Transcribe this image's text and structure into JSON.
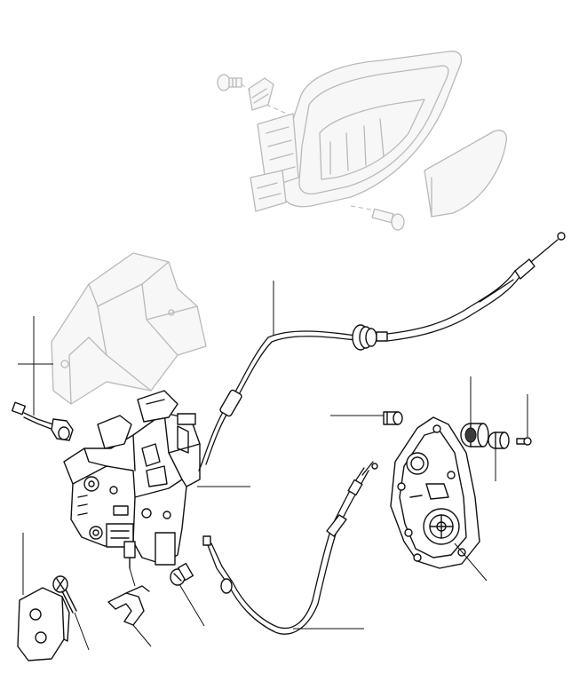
{
  "diagram": {
    "parts": [
      {
        "id": "interior-handle",
        "icon": "door-handle-icon"
      },
      {
        "id": "handle-cover-plate",
        "icon": "cover-plate-icon"
      },
      {
        "id": "handle-screw",
        "icon": "screw-icon"
      },
      {
        "id": "handle-clip",
        "icon": "clip-icon"
      },
      {
        "id": "lock-cover",
        "icon": "shield-cover-icon"
      },
      {
        "id": "connector-plug",
        "icon": "connector-icon"
      },
      {
        "id": "door-latch-assembly",
        "icon": "latch-mechanism-icon"
      },
      {
        "id": "release-cable",
        "icon": "cable-icon"
      },
      {
        "id": "lower-cable",
        "icon": "cable-icon"
      },
      {
        "id": "actuator-motor",
        "icon": "motor-icon"
      },
      {
        "id": "grommet",
        "icon": "grommet-icon"
      },
      {
        "id": "bushing",
        "icon": "bushing-icon"
      },
      {
        "id": "small-screw",
        "icon": "screw-icon"
      },
      {
        "id": "stud",
        "icon": "stud-icon"
      },
      {
        "id": "striker-plate",
        "icon": "plate-icon"
      },
      {
        "id": "striker-bolt",
        "icon": "bolt-icon"
      },
      {
        "id": "retaining-clip",
        "icon": "clip-icon"
      },
      {
        "id": "latch-screw",
        "icon": "screw-icon"
      }
    ]
  }
}
